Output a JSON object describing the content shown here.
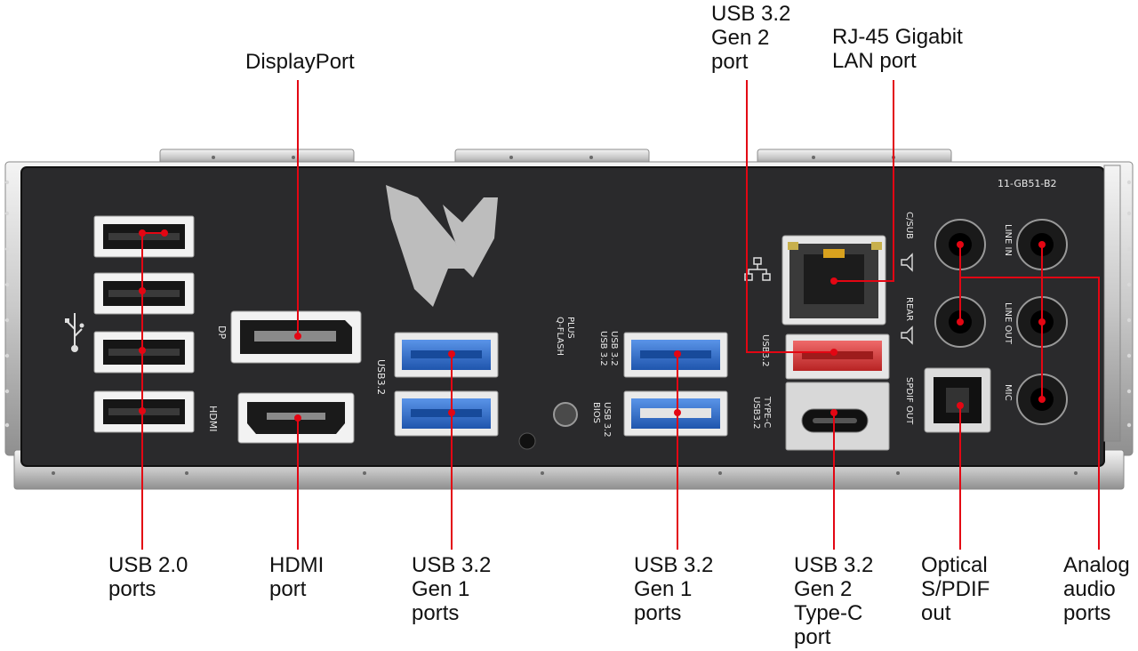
{
  "callouts": {
    "displayport": [
      "DisplayPort"
    ],
    "usb32_gen2": [
      "USB 3.2",
      "Gen 2",
      "port"
    ],
    "rj45": [
      "RJ-45 Gigabit",
      "LAN port"
    ],
    "usb20": [
      "USB 2.0",
      "ports"
    ],
    "hdmi": [
      "HDMI",
      "port"
    ],
    "usb32_gen1_left": [
      "USB 3.2",
      "Gen 1",
      "ports"
    ],
    "usb32_gen1_right": [
      "USB 3.2",
      "Gen 1",
      "ports"
    ],
    "usb32_gen2_typec": [
      "USB 3.2",
      "Gen 2",
      "Type-C",
      "port"
    ],
    "optical": [
      "Optical",
      "S/PDIF",
      "out"
    ],
    "analog": [
      "Analog",
      "audio",
      "ports"
    ]
  },
  "panel_labels": {
    "part_number": "11-GB51-B2",
    "dp": "DP",
    "hdmi": "HDMI",
    "usb32_left": "USB3.2",
    "qflash": [
      "Q-FLASH",
      "PLUS"
    ],
    "usb32_pair": [
      "USB 3.2",
      "USB 3.2"
    ],
    "bios": [
      "BIOS",
      "USB 3.2"
    ],
    "usb32_red": "USB3.2",
    "typec": [
      "USB3.2",
      "TYPE-C"
    ],
    "spdif": "SPDIF OUT",
    "csub": "C/SUB",
    "rear": "REAR",
    "line_in": "LINE IN",
    "line_out": "LINE OUT",
    "mic": "MIC"
  },
  "colors": {
    "panel": "#2a2a2c",
    "leader": "#e30613",
    "usb3_blue": "#2f6fd0",
    "usb_gen2_red": "#d93a3a"
  }
}
